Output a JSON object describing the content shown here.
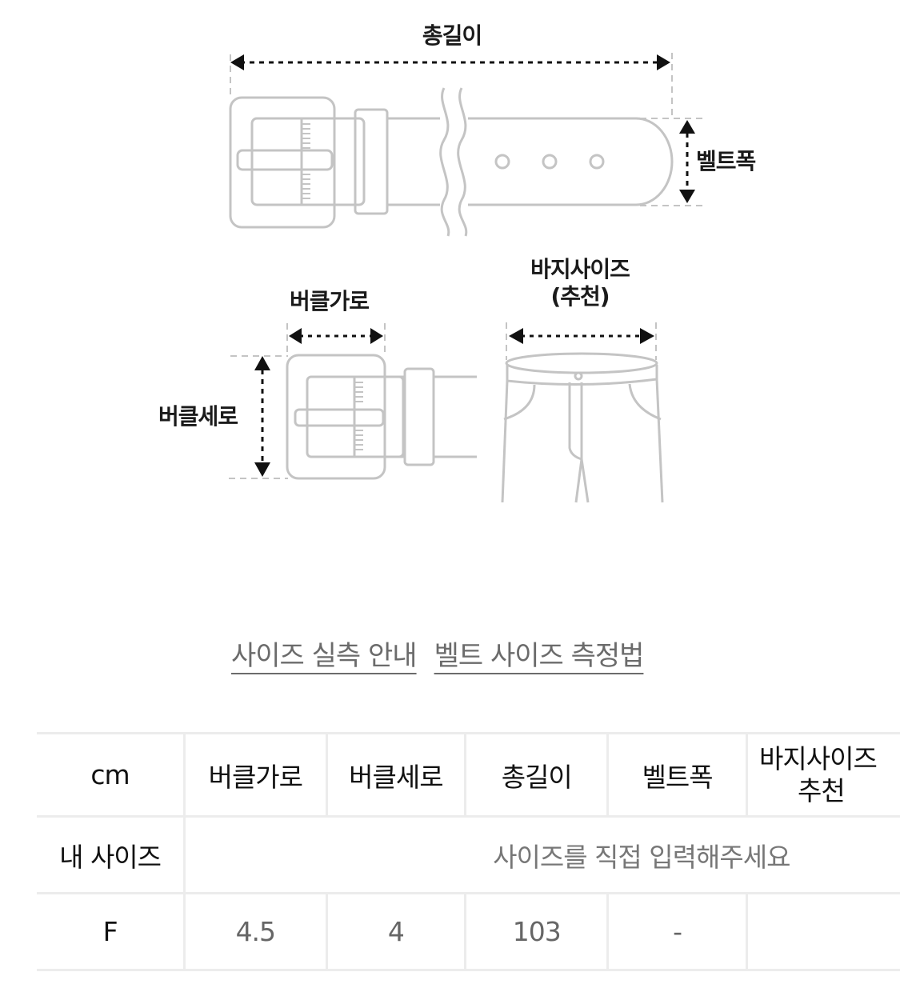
{
  "diagram": {
    "belt_labels": {
      "total_length": "총길이",
      "belt_width": "벨트폭"
    },
    "buckle_labels": {
      "buckle_width": "버클가로",
      "buckle_height": "버클세로"
    },
    "pants_labels": {
      "line1": "바지사이즈",
      "line2": "(추천)"
    },
    "line_color": "#c4c4c4",
    "arrow_color": "#111111"
  },
  "links": [
    {
      "label": "사이즈 실측 안내"
    },
    {
      "label": "벨트 사이즈 측정법"
    }
  ],
  "table": {
    "unit_header": "cm",
    "columns": [
      "버클가로",
      "버클세로",
      "총길이",
      "벨트폭",
      "바지사이즈",
      "추천"
    ],
    "my_size_label": "내 사이즈",
    "my_size_placeholder": "사이즈를 직접 입력해주세요",
    "rows": [
      {
        "size": "F",
        "values": [
          "4.5",
          "4",
          "103",
          "-",
          ""
        ]
      }
    ]
  }
}
